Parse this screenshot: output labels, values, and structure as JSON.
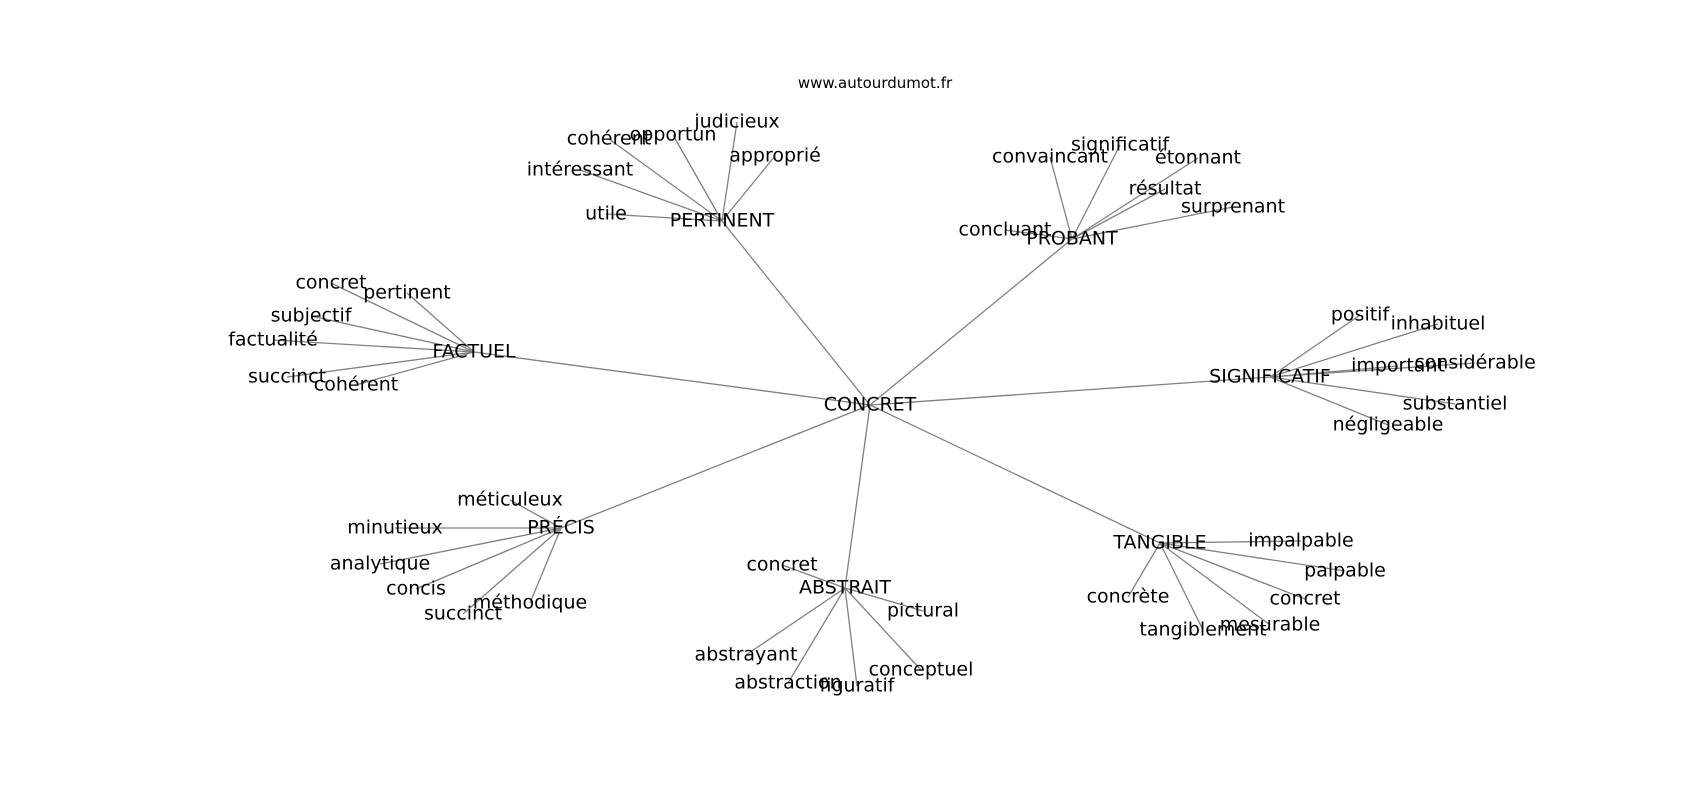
{
  "watermark": "www.autourdumot.fr",
  "colors": {
    "edge": "#808080",
    "text": "#000000",
    "background": "#ffffff"
  },
  "graph": {
    "center": "CONCRET",
    "hubs": [
      {
        "label": "PERTINENT",
        "leaves": [
          "judicieux",
          "opportun",
          "cohérent",
          "approprié",
          "intéressant",
          "utile"
        ]
      },
      {
        "label": "PROBANT",
        "leaves": [
          "significatif",
          "convaincant",
          "étonnant",
          "résultat",
          "surprenant",
          "concluant"
        ]
      },
      {
        "label": "FACTUEL",
        "leaves": [
          "concret",
          "pertinent",
          "subjectif",
          "factualité",
          "succinct",
          "cohérent"
        ]
      },
      {
        "label": "SIGNIFICATIF",
        "leaves": [
          "positif",
          "inhabituel",
          "important",
          "considérable",
          "substantiel",
          "négligeable"
        ]
      },
      {
        "label": "PRÉCIS",
        "leaves": [
          "méticuleux",
          "minutieux",
          "analytique",
          "concis",
          "méthodique",
          "succinct"
        ]
      },
      {
        "label": "ABSTRAIT",
        "leaves": [
          "concret",
          "pictural",
          "abstrayant",
          "conceptuel",
          "abstraction",
          "figuratif"
        ]
      },
      {
        "label": "TANGIBLE",
        "leaves": [
          "impalpable",
          "palpable",
          "concret",
          "concrète",
          "mesurable",
          "tangiblement"
        ]
      }
    ]
  }
}
